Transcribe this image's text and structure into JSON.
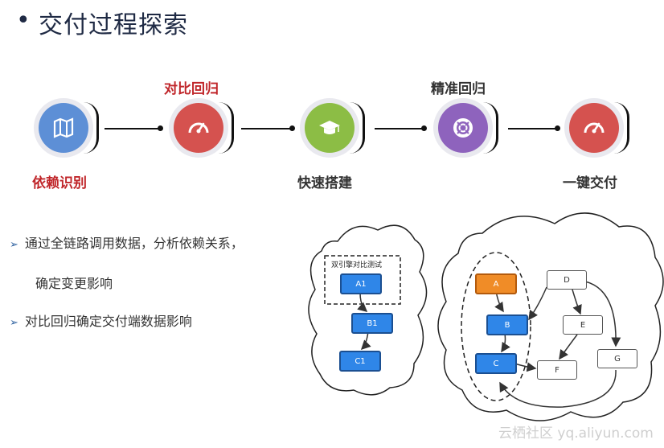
{
  "title": "交付过程探索",
  "bullet_symbol": "•",
  "stages": [
    {
      "label": "依赖识别",
      "label_pos": "below",
      "label_color": "#c0262a",
      "color": "#5d8fd6",
      "icon": "map-icon"
    },
    {
      "label": "对比回归",
      "label_pos": "above",
      "label_color": "#c0262a",
      "color": "#d5524f",
      "icon": "gauge-icon"
    },
    {
      "label": "快速搭建",
      "label_pos": "below",
      "label_color": "#333333",
      "color": "#8cbd45",
      "icon": "graduation-cap-icon"
    },
    {
      "label": "精准回归",
      "label_pos": "above",
      "label_color": "#333333",
      "color": "#8e63bd",
      "icon": "lifebuoy-icon"
    },
    {
      "label": "一键交付",
      "label_pos": "below",
      "label_color": "#333333",
      "color": "#d5524f",
      "icon": "gauge-icon"
    }
  ],
  "bullets": [
    {
      "marker": "➢",
      "line1": "通过全链路调用数据，分析依赖关系，",
      "line2": "确定变更影响"
    },
    {
      "marker": "➢",
      "line1": "对比回归确定交付端数据影响",
      "line2": ""
    }
  ],
  "left_diagram": {
    "group_label": "双引擎对比测试",
    "nodes": [
      "A1",
      "B1",
      "C1"
    ]
  },
  "right_diagram": {
    "nodes": {
      "A": "A",
      "B": "B",
      "C": "C",
      "D": "D",
      "E": "E",
      "F": "F",
      "G": "G"
    }
  },
  "watermark": "云栖社区 yq.aliyun.com"
}
